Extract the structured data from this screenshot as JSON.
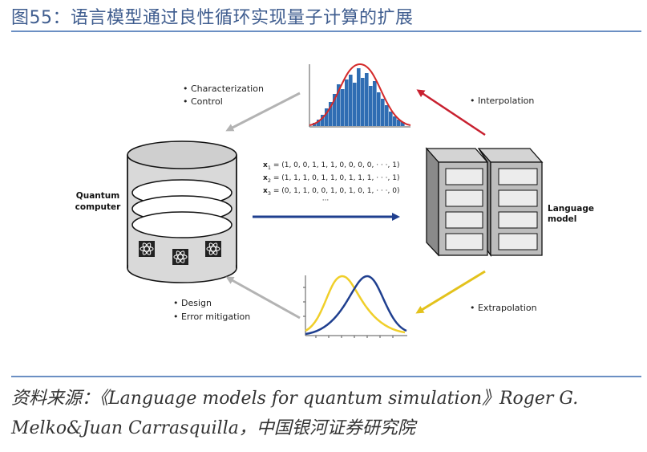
{
  "figure_title": "图55：语言模型通过良性循环实现量子计算的扩展",
  "labels": {
    "characterization": "• Characterization",
    "control": "• Control",
    "interpolation": "• Interpolation",
    "extrapolation": "• Extrapolation",
    "design": "• Design",
    "error_mitigation": "• Error mitigation",
    "quantum_computer_line1": "Quantum",
    "quantum_computer_line2": "computer",
    "language_model_line1": "Language",
    "language_model_line2": "model"
  },
  "formulas": {
    "x1_name": "x",
    "x1_sub": "1",
    "x1_value": " = (1, 0, 0, 1, 1, 1, 0, 0, 0, 0, · · ·, 1)",
    "x2_name": "x",
    "x2_sub": "2",
    "x2_value": " = (1, 1, 1, 0, 1, 1, 0, 1, 1, 1, · · ·, 1)",
    "x3_name": "x",
    "x3_sub": "3",
    "x3_value": " = (0, 1, 1, 0, 0, 1, 0, 1, 0, 1, · · ·, 0)",
    "ellipsis": "···"
  },
  "colors": {
    "title": "#3f5d8f",
    "rule": "#6b8fc3",
    "arrow_gray": "#b3b3b3",
    "arrow_red": "#c8202f",
    "arrow_blue": "#1f3f8f",
    "arrow_yellow": "#e3c21c",
    "hist_bar": "#2f6db3",
    "curve_red": "#d42a2a",
    "curve_blue": "#1f3f8f",
    "curve_yellow": "#f0cf2a"
  },
  "source_text": "资料来源：《Language models for quantum simulation》Roger G. Melko&Juan Carrasquilla，中国银河证券研究院"
}
